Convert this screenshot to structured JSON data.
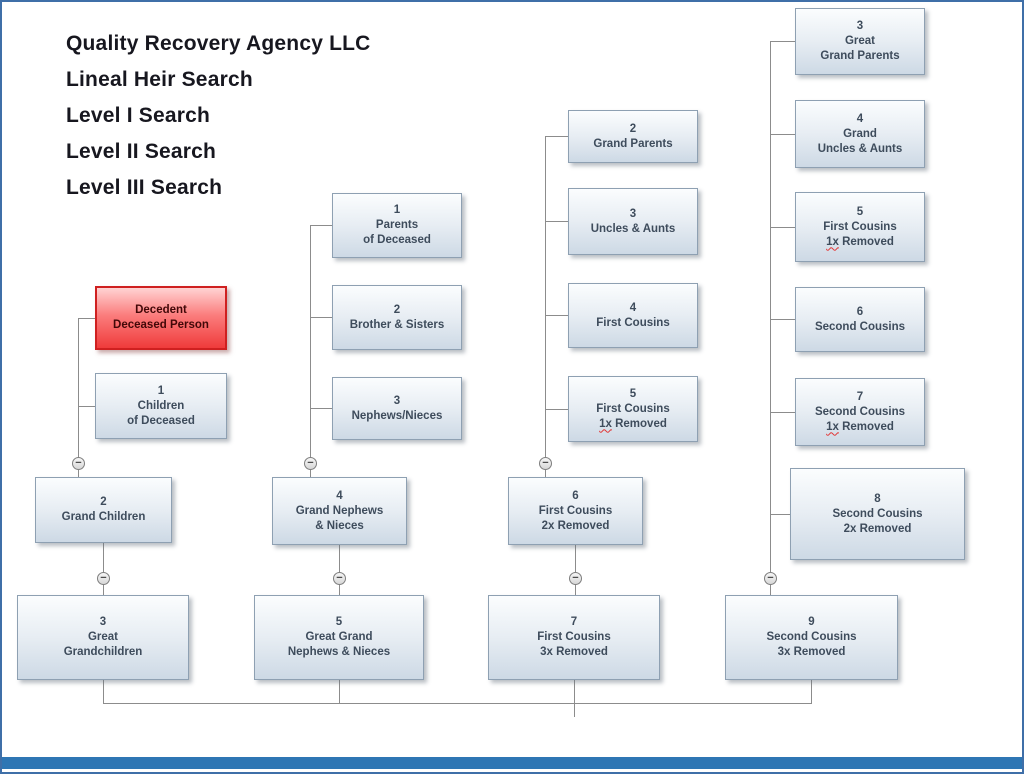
{
  "page": {
    "title_lines": [
      "Quality Recovery Agency LLC",
      "Lineal Heir Search",
      "Level I Search",
      "Level II Search",
      "Level III Search"
    ],
    "colors": {
      "frame_blue": "#3f6fa8",
      "footer_blue": "#2e76b4",
      "decedent_red": "#ef3b3b",
      "box_text": "#3e4c5c"
    }
  },
  "diagram": {
    "collapse_icon": "−",
    "nodes": [
      {
        "id": "decedent",
        "lines": [
          "Decedent",
          "Deceased Person"
        ],
        "style": "red"
      },
      {
        "id": "children",
        "lines": [
          "1",
          "Children",
          "of Deceased"
        ]
      },
      {
        "id": "grand-children",
        "lines": [
          "2",
          "Grand Children"
        ]
      },
      {
        "id": "great-grandchildren",
        "lines": [
          "3",
          "Great",
          "Grandchildren"
        ]
      },
      {
        "id": "parents",
        "lines": [
          "1",
          "Parents",
          "of Deceased"
        ]
      },
      {
        "id": "brother-sisters",
        "lines": [
          "2",
          "Brother & Sisters"
        ]
      },
      {
        "id": "nephews-nieces",
        "lines": [
          "3",
          "Nephews/Nieces"
        ]
      },
      {
        "id": "grand-nephews",
        "lines": [
          "4",
          "Grand Nephews",
          "& Nieces"
        ]
      },
      {
        "id": "great-grand-nephews",
        "lines": [
          "5",
          "Great Grand",
          "Nephews & Nieces"
        ]
      },
      {
        "id": "grand-parents",
        "lines": [
          "2",
          "Grand Parents"
        ]
      },
      {
        "id": "uncles-aunts",
        "lines": [
          "3",
          "Uncles & Aunts"
        ]
      },
      {
        "id": "first-cousins",
        "lines": [
          "4",
          "First Cousins"
        ]
      },
      {
        "id": "first-cousins-1x",
        "lines": [
          "5",
          "First Cousins",
          "1x Removed"
        ],
        "spell_flag_line": 2
      },
      {
        "id": "first-cousins-2x",
        "lines": [
          "6",
          "First Cousins",
          "2x Removed"
        ]
      },
      {
        "id": "first-cousins-3x",
        "lines": [
          "7",
          "First Cousins",
          "3x Removed"
        ]
      },
      {
        "id": "great-grand-parents",
        "lines": [
          "3",
          "Great",
          "Grand Parents"
        ]
      },
      {
        "id": "grand-uncles-aunts",
        "lines": [
          "4",
          "Grand",
          "Uncles & Aunts"
        ]
      },
      {
        "id": "first-cousins-1x-b",
        "lines": [
          "5",
          "First Cousins",
          "1x Removed"
        ],
        "spell_flag_line": 2
      },
      {
        "id": "second-cousins",
        "lines": [
          "6",
          "Second Cousins"
        ]
      },
      {
        "id": "second-cousins-1x",
        "lines": [
          "7",
          "Second Cousins",
          "1x Removed"
        ],
        "spell_flag_line": 2
      },
      {
        "id": "second-cousins-2x",
        "lines": [
          "8",
          "Second Cousins",
          "2x Removed"
        ]
      },
      {
        "id": "second-cousins-3x",
        "lines": [
          "9",
          "Second Cousins",
          "3x Removed"
        ]
      }
    ]
  }
}
